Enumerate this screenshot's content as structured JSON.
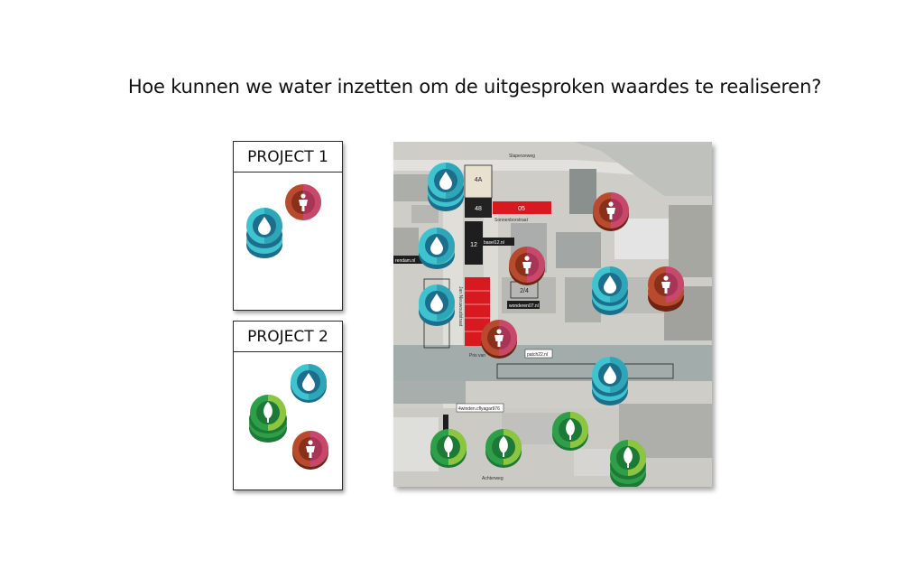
{
  "title": "Hoe kunnen we water inzetten om de uitgesproken waardes te realiseren?",
  "projects": [
    {
      "label": "PROJECT 1",
      "tokens": [
        "person-icon",
        "water-drop-icon"
      ]
    },
    {
      "label": "PROJECT 2",
      "tokens": [
        "water-drop-icon",
        "tree-icon",
        "person-icon"
      ]
    }
  ],
  "colors": {
    "water": "#3fc3cf",
    "water_dark": "#1c6f8c",
    "person": "#b84a2e",
    "person_accent": "#c8486c",
    "nature": "#2e9e49",
    "nature_light": "#8cc63f"
  },
  "map": {
    "street_labels": [
      "Slaperzeweg",
      "Sonnenborstraat",
      "Jan Nieuwoudstraat",
      "Pris van",
      "Achterweg"
    ],
    "building_labels": [
      "4A",
      "48",
      "05",
      "12",
      "2/4"
    ],
    "callouts": [
      "basel12.nl",
      "rendam.nl",
      "wonderen07.nl",
      "patch22.nl",
      "4winden.cflyagar976"
    ]
  }
}
